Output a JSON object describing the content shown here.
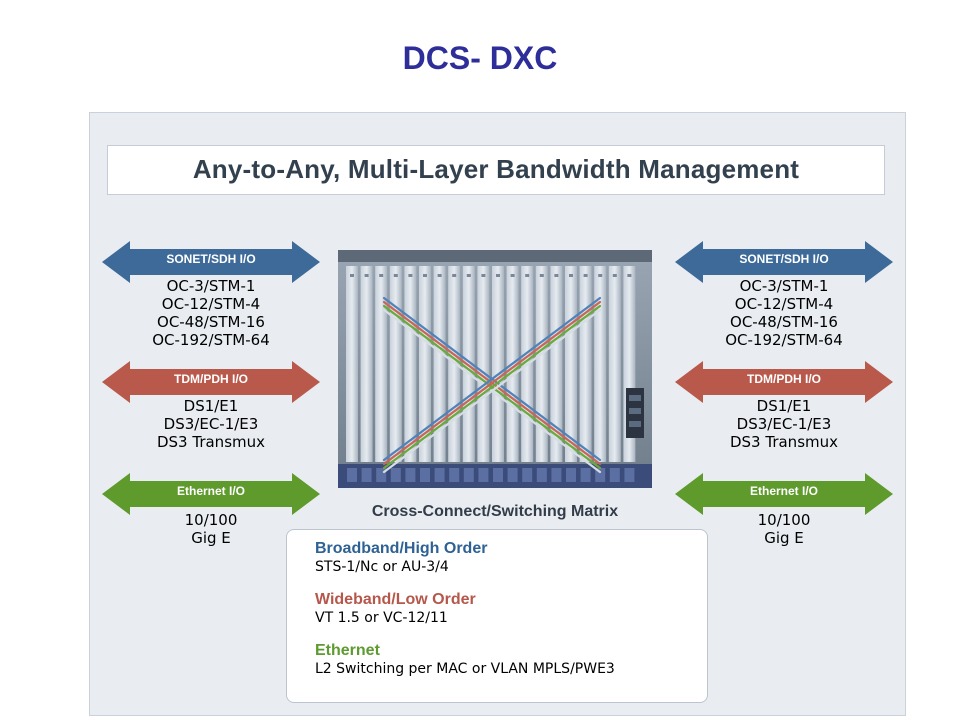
{
  "slide_title": "DCS- DXC",
  "banner_title": "Any-to-Any, Multi-Layer Bandwidth Management",
  "left": {
    "sonet": {
      "label": "SONET/SDH I/O",
      "lines": [
        "OC-3/STM-1",
        "OC-12/STM-4",
        "OC-48/STM-16",
        "OC-192/STM-64"
      ]
    },
    "tdm": {
      "label": "TDM/PDH I/O",
      "lines": [
        "DS1/E1",
        "DS3/EC-1/E3",
        "DS3 Transmux"
      ]
    },
    "ethernet": {
      "label": "Ethernet I/O",
      "lines": [
        "10/100",
        "Gig E"
      ]
    }
  },
  "right": {
    "sonet": {
      "label": "SONET/SDH I/O",
      "lines": [
        "OC-3/STM-1",
        "OC-12/STM-4",
        "OC-48/STM-16",
        "OC-192/STM-64"
      ]
    },
    "tdm": {
      "label": "TDM/PDH I/O",
      "lines": [
        "DS1/E1",
        "DS3/EC-1/E3",
        "DS3 Transmux"
      ]
    },
    "ethernet": {
      "label": "Ethernet I/O",
      "lines": [
        "10/100",
        "Gig E"
      ]
    }
  },
  "matrix_caption": "Cross-Connect/Switching Matrix",
  "legend": [
    {
      "head": "Broadband/High Order",
      "desc": "STS-1/Nc or AU-3/4",
      "color": "#2f6294"
    },
    {
      "head": "Wideband/Low Order",
      "desc": "VT 1.5 or VC-12/11",
      "color": "#b5574a"
    },
    {
      "head": "Ethernet",
      "desc": "L2 Switching per MAC or VLAN MPLS/PWE3",
      "color": "#5d9a2f"
    }
  ],
  "colors": {
    "sonet_arrow": "#3d6a99",
    "tdm_arrow": "#b9594b",
    "ethernet_arrow": "#5e9a2c",
    "title": "#2e2e9a"
  },
  "icons": [
    "double-arrow-icon",
    "equipment-chassis-icon"
  ]
}
